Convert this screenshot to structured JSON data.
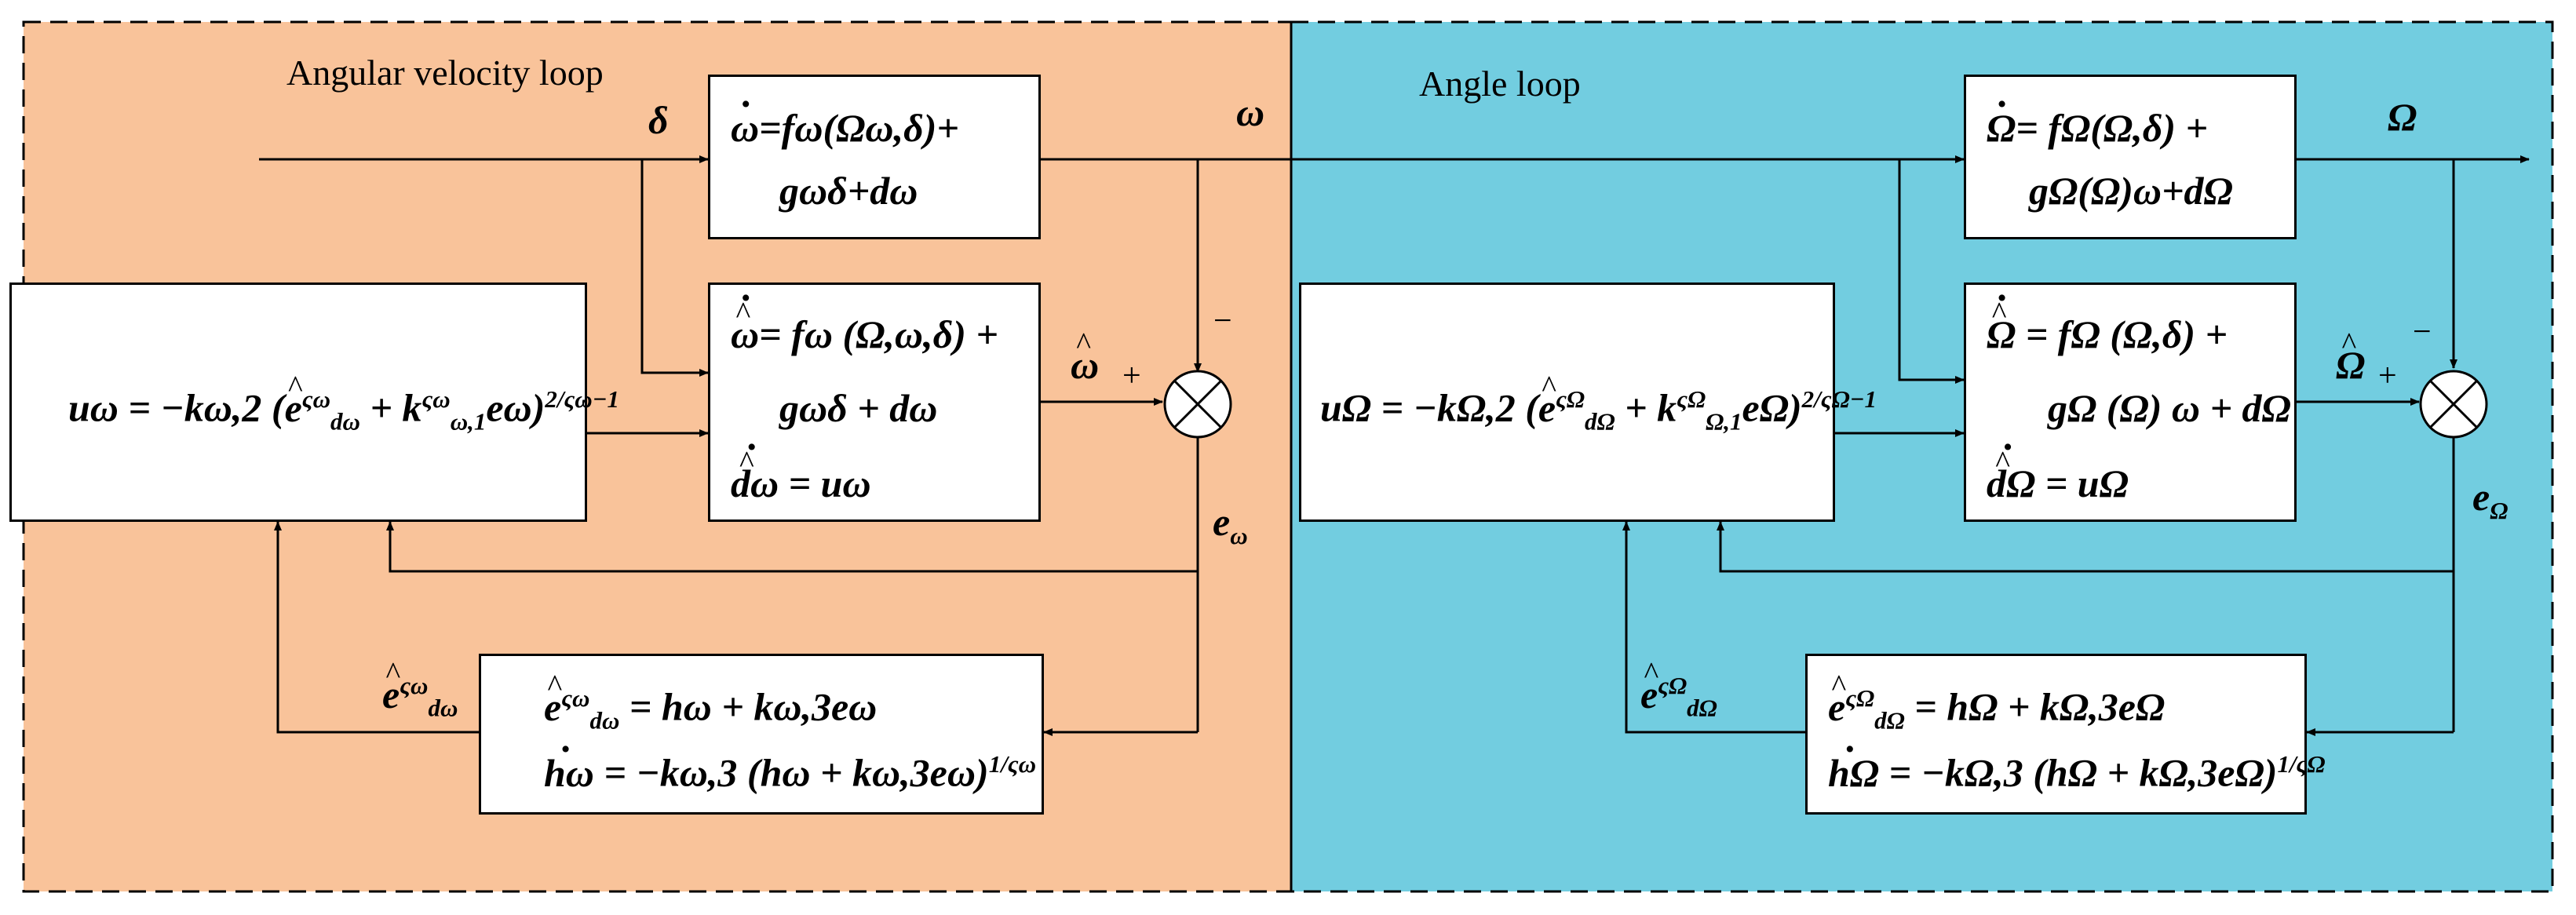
{
  "titles": {
    "angular_velocity_loop": "Angular velocity loop",
    "angle_loop": "Angle loop"
  },
  "signals": {
    "delta": "δ",
    "omega": "ω",
    "Omega": "Ω",
    "omega_hat": "ω",
    "Omega_hat": "Ω",
    "e_omega_base": "e",
    "e_omega_sub": "ω",
    "e_Omega_base": "e",
    "e_Omega_sub": "Ω",
    "ehat_d_omega_base": "e",
    "ehat_d_omega_sup": "ςω",
    "ehat_d_omega_sub": "dω",
    "ehat_d_Omega_base": "e",
    "ehat_d_Omega_sup": "ςΩ",
    "ehat_d_Omega_sub": "dΩ"
  },
  "signs": {
    "minus": "−",
    "plus": "+"
  },
  "colors": {
    "angular_velocity_loop_bg": "#F9C39A",
    "angle_loop_bg": "#72CDE0",
    "line": "#000000"
  },
  "left_loop": {
    "plant": {
      "line1_lhs": "ω",
      "line1_rhs": "=fω(Ωω,δ)+",
      "line2": "gωδ+dω"
    },
    "observer": {
      "line1_lhs": "ω",
      "line1_rhs": "= fω (Ω,ω,δ) +",
      "line2": "gωδ + dω",
      "line3_lhs": "dω",
      "line3_rhs": "= uω"
    },
    "controller": {
      "lhs": "uω = −kω,2 (",
      "term1": "e",
      "term1_sup": "ςω",
      "term1_sub": "dω",
      "mid": " + k",
      "term2_sup": "ςω",
      "term2_sub": "ω,1",
      "tail": "eω)",
      "exp": "2/ςω−1"
    },
    "estimator": {
      "line1_base": "e",
      "line1_sup": "ςω",
      "line1_sub": "dω",
      "line1_rhs": " = hω + kω,3eω",
      "line2_lhs": "hω",
      "line2_rhs": " = −kω,3 (hω + kω,3eω)",
      "line2_exp": "1/ςω"
    }
  },
  "right_loop": {
    "plant": {
      "line1_lhs": "Ω",
      "line1_rhs": "= fΩ(Ω,δ) +",
      "line2": "gΩ(Ω)ω+dΩ"
    },
    "observer": {
      "line1_lhs": "Ω",
      "line1_rhs": " = fΩ (Ω,δ) +",
      "line2": "gΩ (Ω) ω + dΩ",
      "line3_lhs": "dΩ",
      "line3_rhs": " = uΩ"
    },
    "controller": {
      "lhs": "uΩ = −kΩ,2 (",
      "term1": "e",
      "term1_sup": "ςΩ",
      "term1_sub": "dΩ",
      "mid": " + k",
      "term2_sup": "ςΩ",
      "term2_sub": "Ω,1",
      "tail": "eΩ)",
      "exp": "2/ςΩ−1"
    },
    "estimator": {
      "line1_base": "e",
      "line1_sup": "ςΩ",
      "line1_sub": "dΩ",
      "line1_rhs": " = hΩ + kΩ,3eΩ",
      "line2_lhs": "hΩ",
      "line2_rhs": " = −kΩ,3 (hΩ + kΩ,3eΩ)",
      "line2_exp": "1/ςΩ"
    }
  }
}
